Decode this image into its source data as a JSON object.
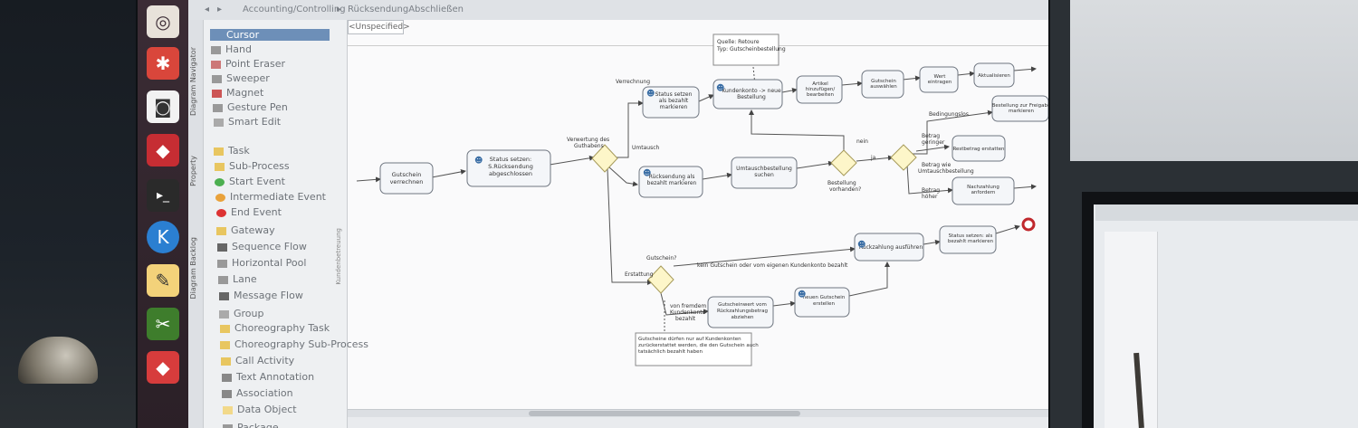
{
  "breadcrumb": {
    "path": "Accounting/Controlling",
    "file": "RücksendungAbschließen"
  },
  "palette": {
    "vertical_tabs": [
      "Diagram Navigator",
      "Property",
      "Diagram Backlog"
    ],
    "items": [
      {
        "label": "Cursor",
        "icon": "cursor-icon",
        "selected": true
      },
      {
        "label": "Hand",
        "icon": "hand-icon"
      },
      {
        "label": "Point Eraser",
        "icon": "eraser-icon"
      },
      {
        "label": "Sweeper",
        "icon": "sweeper-icon"
      },
      {
        "label": "Magnet",
        "icon": "magnet-icon"
      },
      {
        "label": "Gesture Pen",
        "icon": "pen-icon"
      },
      {
        "label": "Smart Edit",
        "icon": "smart-edit-icon"
      },
      {
        "label": "Task",
        "icon": "task-icon"
      },
      {
        "label": "Sub-Process",
        "icon": "subprocess-icon"
      },
      {
        "label": "Start Event",
        "icon": "start-event-icon"
      },
      {
        "label": "Intermediate Event",
        "icon": "intermediate-event-icon"
      },
      {
        "label": "End Event",
        "icon": "end-event-icon"
      },
      {
        "label": "Gateway",
        "icon": "gateway-icon"
      },
      {
        "label": "Sequence Flow",
        "icon": "sequence-flow-icon"
      },
      {
        "label": "Horizontal Pool",
        "icon": "pool-icon"
      },
      {
        "label": "Lane",
        "icon": "lane-icon"
      },
      {
        "label": "Message Flow",
        "icon": "message-flow-icon"
      },
      {
        "label": "Group",
        "icon": "group-icon"
      },
      {
        "label": "Choreography Task",
        "icon": "choreography-icon"
      },
      {
        "label": "Choreography Sub-Process",
        "icon": "choreography-sub-icon"
      },
      {
        "label": "Call Activity",
        "icon": "call-activity-icon"
      },
      {
        "label": "Text Annotation",
        "icon": "annotation-icon"
      },
      {
        "label": "Association",
        "icon": "association-icon"
      },
      {
        "label": "Data Object",
        "icon": "data-object-icon"
      },
      {
        "label": "Package",
        "icon": "package-icon"
      }
    ]
  },
  "canvas": {
    "tab": "<Unspecified>",
    "lane_label": "Kundenbetreuung",
    "note_top": "Quelle: Retoure\nTyp: Gutscheinbestellung",
    "note_bottom": "Gutscheine dürfen nur auf Kundenkonten zurückerstattet werden, die den Gutschein auch tatsächlich bezahlt haben",
    "tasks": {
      "gutschein_verrechnen": "Gutschein verrechnen",
      "status_abgeschlossen": "Status setzen: S.Rücksendung abgeschlossen",
      "status_bezahlt": "Status setzen als bezahlt markieren",
      "kundenkonto": "Kundenkonto -> neue Bestellung",
      "artikel": "Artikel hinzufügen/ bearbeiten",
      "gutschein_auswaehlen": "Gutschein auswählen",
      "wert_eintragen": "Wert eintragen",
      "aktualisieren": "Aktualisieren",
      "ruecksendung_markieren": "Rücksendung als bezahlt markieren",
      "umtausch_suchen": "Umtauschbestellung suchen",
      "restbetrag": "Restbetrag erstatten",
      "bestellung_freigeben": "Bestellung zur Freigabe markieren",
      "nachzahlung": "Nachzahlung anfordern",
      "rueckzahlung_ausfuehren": "Rückzahlung ausführen",
      "status_erstattet": "Status setzen: als bezahlt markieren",
      "gutscheinwert_abziehen": "Gutscheinwert vom Rückzahlungsbetrag abziehen",
      "neuen_gutschein": "neuen Gutschein erstellen"
    },
    "labels": {
      "verwertung": "Verwertung des Guthabens",
      "verrechnung": "Verrechnung",
      "umtausch": "Umtausch",
      "erstattung": "Erstattung",
      "gutschein_q": "Gutschein?",
      "kein_gutschein": "kein Gutschein oder vom eigenen Kundenkonto bezahlt",
      "fremdes_konto": "von fremdem Kundenkonto bezahlt",
      "nein": "nein",
      "ja": "ja",
      "vorhanden": "Bestellung vorhanden?",
      "betrag_geringer": "Betrag geringer",
      "betrag_gleich": "Betrag wie Umtauschbestellung",
      "betrag_hoeher": "Betrag höher",
      "bedingungslos": "Bedingungslos"
    }
  },
  "colors": {
    "canvas_bg": "#fafafb",
    "task_fill": "#f4f6f9",
    "task_stroke": "#6f7680",
    "gateway_fill": "#fdf6c9",
    "gateway_stroke": "#a69a5a",
    "end_event": "#c0282d",
    "selected": "#6d8fb8"
  }
}
